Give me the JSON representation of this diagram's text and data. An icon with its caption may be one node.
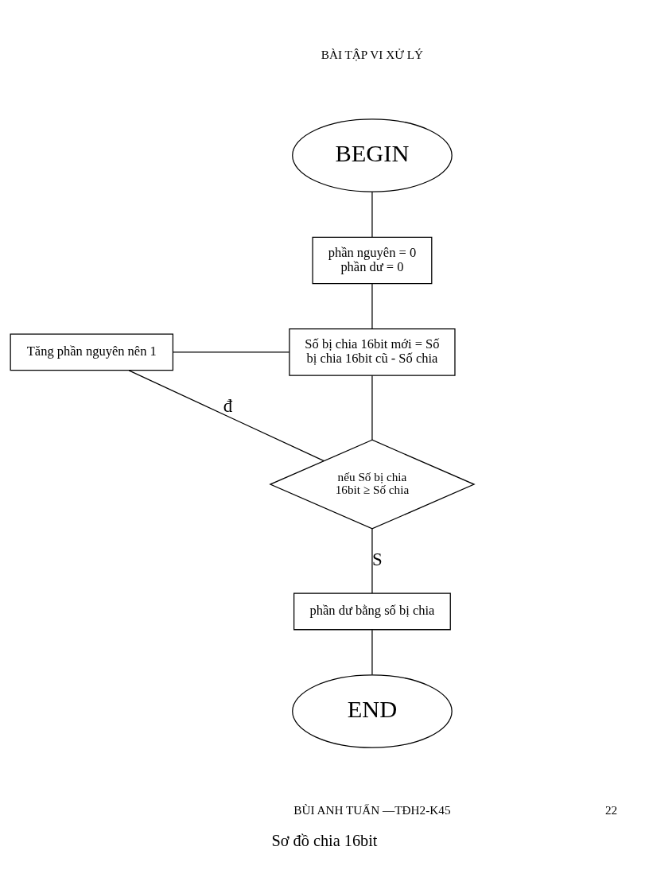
{
  "diagram": {
    "caption": "Sơ đồ chia 16bit",
    "nodes": [
      {
        "text": [
          "BEGIN"
        ]
      },
      {
        "text": [
          "phần nguyên = 0",
          "phần dư = 0"
        ]
      },
      {
        "text": [
          "Số bị chia 16bit mới = Số bị chia 16bit cũ - Số chia"
        ]
      },
      {
        "text": [
          "Tăng phần nguyên nên 1"
        ]
      },
      {
        "text": [
          "nếu Số bị chia 16bit ≥ Số chia"
        ]
      },
      {
        "text": [
          "phần dư bằng số bị chia"
        ]
      },
      {
        "text": [
          "END"
        ]
      }
    ],
    "edges": [
      {
        "from": 0,
        "to": 1,
        "arrow": "none"
      },
      {
        "from": 1,
        "to": 2,
        "arrow": "none"
      },
      {
        "from": 3,
        "to": 2,
        "arrow": "none"
      },
      {
        "from": 2,
        "to": 4,
        "arrow": "none"
      },
      {
        "from": 4,
        "to": 3,
        "label": "đ",
        "arrow": "none"
      },
      {
        "from": 4,
        "to": 5,
        "label": "S",
        "arrow": "none"
      },
      {
        "from": 5,
        "to": 6,
        "arrow": "none"
      }
    ],
    "labels": [
      "BÀI TẬP VI XỬ LÝ",
      "BÙI ANH TUẤN —TĐH2-K45",
      "22"
    ]
  }
}
